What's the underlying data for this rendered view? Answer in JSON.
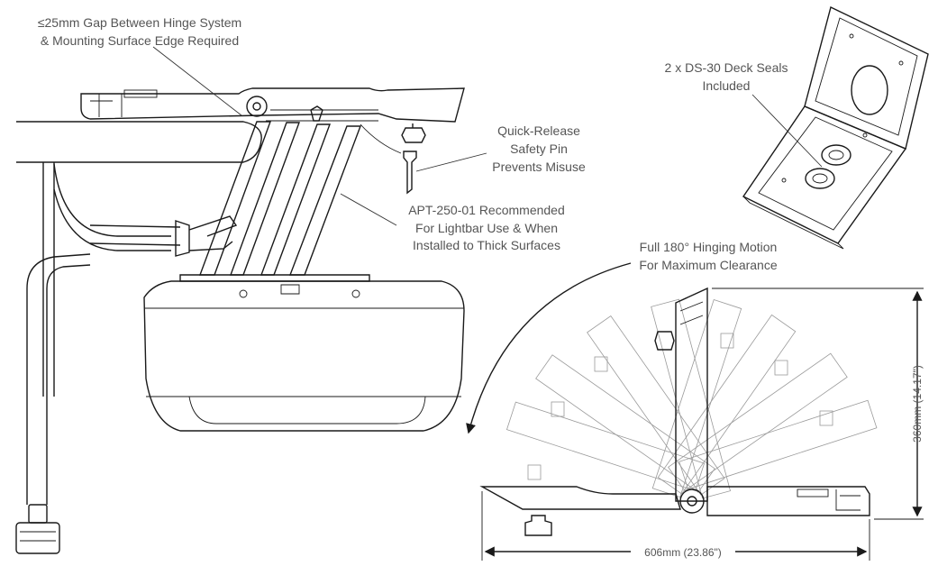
{
  "callouts": {
    "gap": [
      "≤25mm Gap Between Hinge System",
      "& Mounting Surface Edge Required"
    ],
    "pin": [
      "Quick-Release",
      "Safety Pin",
      "Prevents Misuse"
    ],
    "apt": [
      "APT-250-01 Recommended",
      "For Lightbar Use & When",
      "Installed to Thick Surfaces"
    ],
    "seals": [
      "2 x DS-30 Deck Seals",
      "Included"
    ],
    "hinge": [
      "Full 180° Hinging Motion",
      "For Maximum Clearance"
    ]
  },
  "dimensions": {
    "height": "360mm (14.17\")",
    "width": "606mm (23.86\")"
  },
  "colors": {
    "line": "#1a1a1a",
    "text": "#555555",
    "ghost": "#9a9a9a"
  }
}
